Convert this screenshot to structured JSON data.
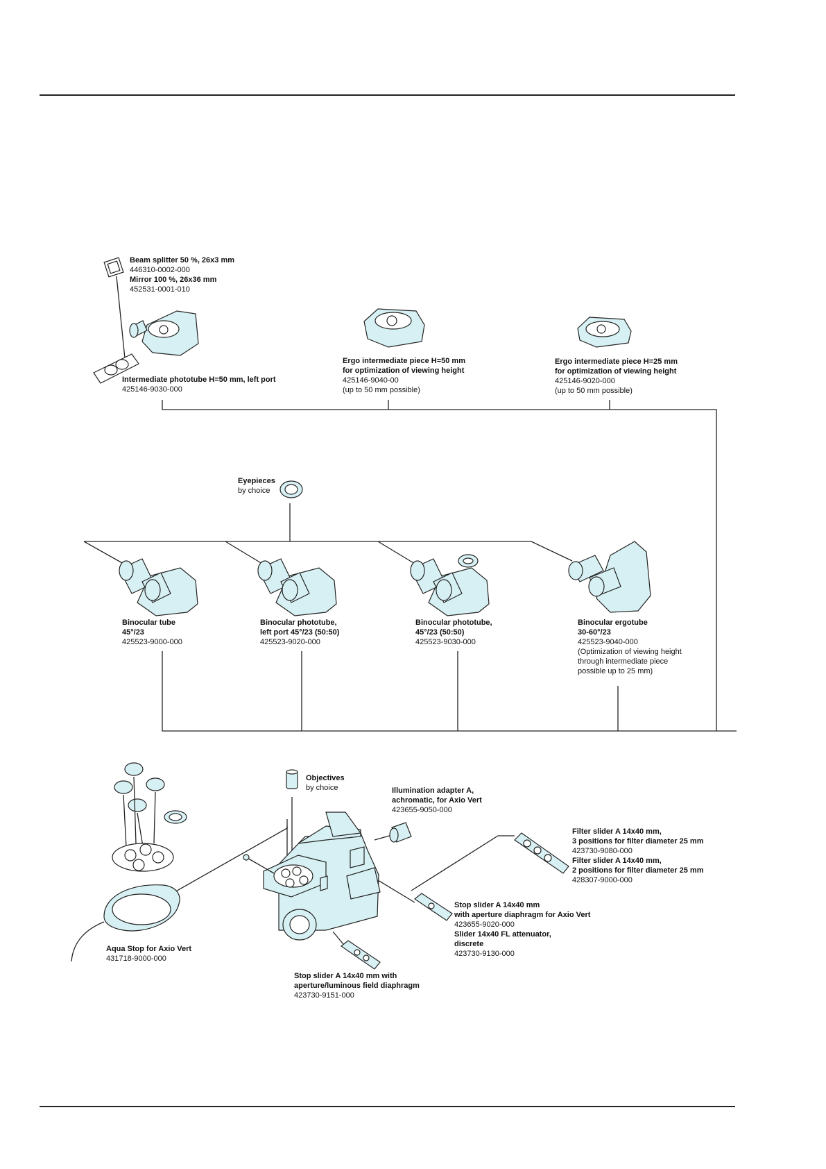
{
  "colors": {
    "instrument_fill": "#d7f0f3",
    "line": "#222222"
  },
  "labels": {
    "beam_splitter": {
      "l1": "Beam splitter 50 %, 26x3 mm",
      "l2": "446310-0002-000",
      "l3": "Mirror 100 %, 26x36 mm",
      "l4": "452531-0001-010"
    },
    "intermediate_phototube": {
      "title": "Intermediate phototube H=50 mm, left port",
      "code": "425146-9030-000"
    },
    "ergo_50": {
      "title": "Ergo intermediate piece H=50 mm",
      "title2": "for optimization of viewing height",
      "code": "425146-9040-00",
      "note": "(up to 50 mm possible)"
    },
    "ergo_25": {
      "title": "Ergo intermediate piece H=25 mm",
      "title2": "for optimization of viewing height",
      "code": "425146-9020-000",
      "note": "(up to 50 mm possible)"
    },
    "eyepieces": {
      "title": "Eyepieces",
      "note": "by choice"
    },
    "binocular_tube": {
      "title": "Binocular tube",
      "title2": "45°/23",
      "code": "425523-9000-000"
    },
    "binocular_phototube_left": {
      "title": "Binocular phototube,",
      "title2": "left port 45°/23 (50:50)",
      "code": "425523-9020-000"
    },
    "binocular_phototube": {
      "title": "Binocular phototube,",
      "title2": "45°/23 (50:50)",
      "code": "425523-9030-000"
    },
    "binocular_ergotube": {
      "title": "Binocular ergotube",
      "title2": "30-60°/23",
      "code": "425523-9040-000",
      "note1": "(Optimization of viewing height",
      "note2": "through intermediate piece",
      "note3": "possible up to 25 mm)"
    },
    "objectives": {
      "title": "Objectives",
      "note": "by choice"
    },
    "illumination_adapter": {
      "title": "Illumination adapter A,",
      "title2": "achromatic, for Axio Vert",
      "code": "423655-9050-000"
    },
    "filter_slider": {
      "l1": "Filter slider A 14x40 mm,",
      "l2": "3 positions for filter diameter 25 mm",
      "l3": "423730-9080-000",
      "l4": "Filter slider A 14x40 mm,",
      "l5": "2 positions for filter diameter 25 mm",
      "l6": "428307-9000-000"
    },
    "stop_slider_aperture": {
      "l1": "Stop slider A 14x40 mm",
      "l2": "with aperture diaphragm for Axio Vert",
      "l3": "423655-9020-000",
      "l4": "Slider 14x40 FL attenuator,",
      "l5": "discrete",
      "l6": "423730-9130-000"
    },
    "aqua_stop": {
      "title": "Aqua Stop for Axio Vert",
      "code": "431718-9000-000"
    },
    "stop_slider_luminous": {
      "title": "Stop slider A 14x40 mm with",
      "title2": "aperture/luminous field diaphragm",
      "code": "423730-9151-000"
    }
  }
}
